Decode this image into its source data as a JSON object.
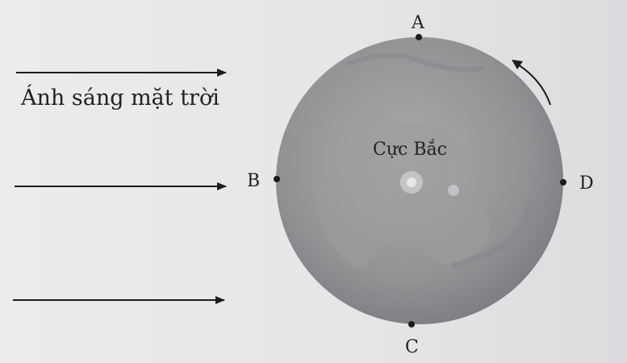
{
  "sunlight_label": "Ánh sáng mặt trời",
  "pole_label": "Cực Bắc",
  "points": {
    "a": "A",
    "b": "B",
    "c": "C",
    "d": "D"
  },
  "colors": {
    "globe": "#8f8f92",
    "ink": "#1c1c1c",
    "paper": "#e9e9ea"
  },
  "icons": {
    "sun_ray": "right-arrow",
    "rotation": "counterclockwise-arrow"
  }
}
